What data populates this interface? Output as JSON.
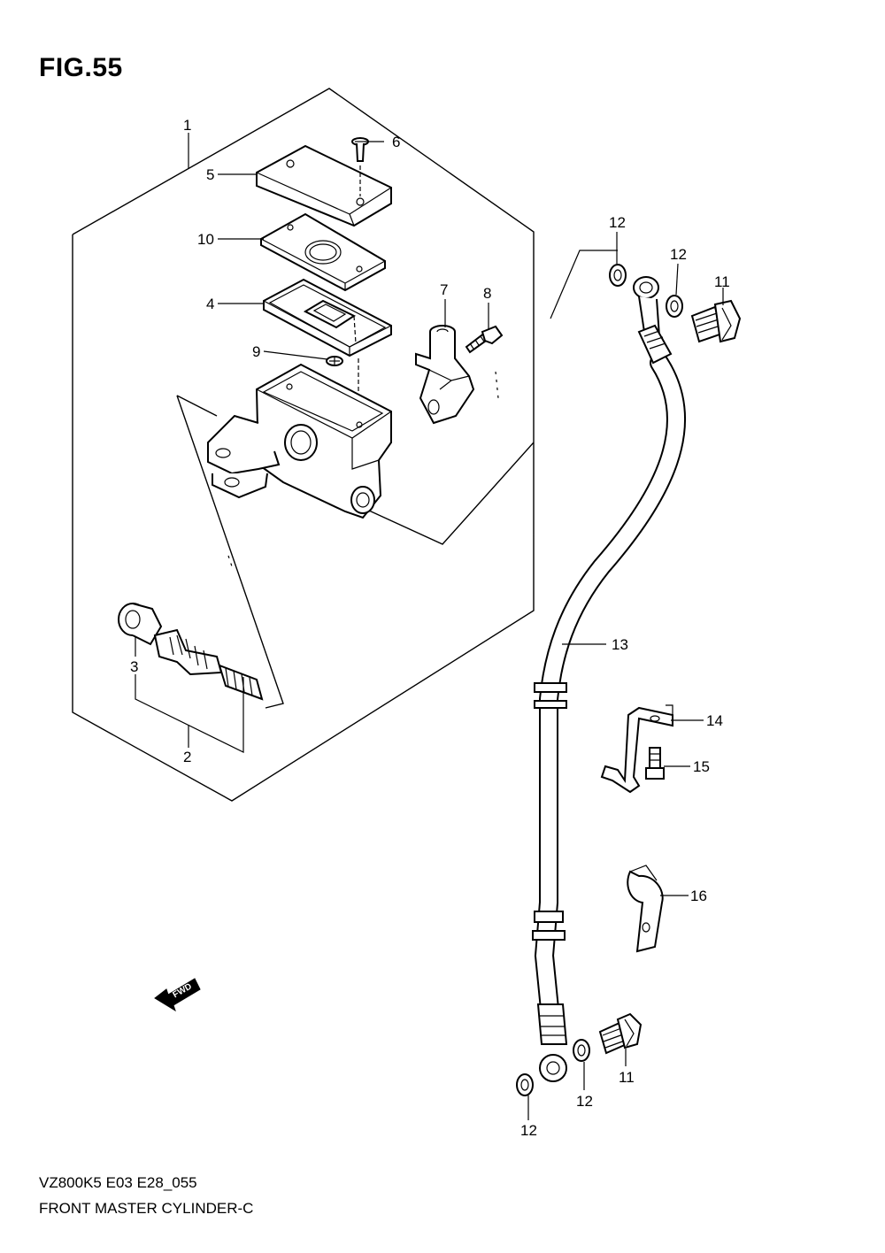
{
  "figure": {
    "title": "FIG.55",
    "model_code": "VZ800K5 E03 E28_055",
    "name": "FRONT MASTER CYLINDER-C"
  },
  "arrow": {
    "label": "FWD"
  },
  "callouts": [
    {
      "id": "c1",
      "label": "1"
    },
    {
      "id": "c2",
      "label": "2"
    },
    {
      "id": "c3",
      "label": "3"
    },
    {
      "id": "c4",
      "label": "4"
    },
    {
      "id": "c5",
      "label": "5"
    },
    {
      "id": "c6",
      "label": "6"
    },
    {
      "id": "c7",
      "label": "7"
    },
    {
      "id": "c8",
      "label": "8"
    },
    {
      "id": "c9",
      "label": "9"
    },
    {
      "id": "c10",
      "label": "10"
    },
    {
      "id": "c11a",
      "label": "11"
    },
    {
      "id": "c11b",
      "label": "11"
    },
    {
      "id": "c12a",
      "label": "12"
    },
    {
      "id": "c12b",
      "label": "12"
    },
    {
      "id": "c12c",
      "label": "12"
    },
    {
      "id": "c12d",
      "label": "12"
    },
    {
      "id": "c13",
      "label": "13"
    },
    {
      "id": "c14",
      "label": "14"
    },
    {
      "id": "c15",
      "label": "15"
    },
    {
      "id": "c16",
      "label": "16"
    }
  ]
}
